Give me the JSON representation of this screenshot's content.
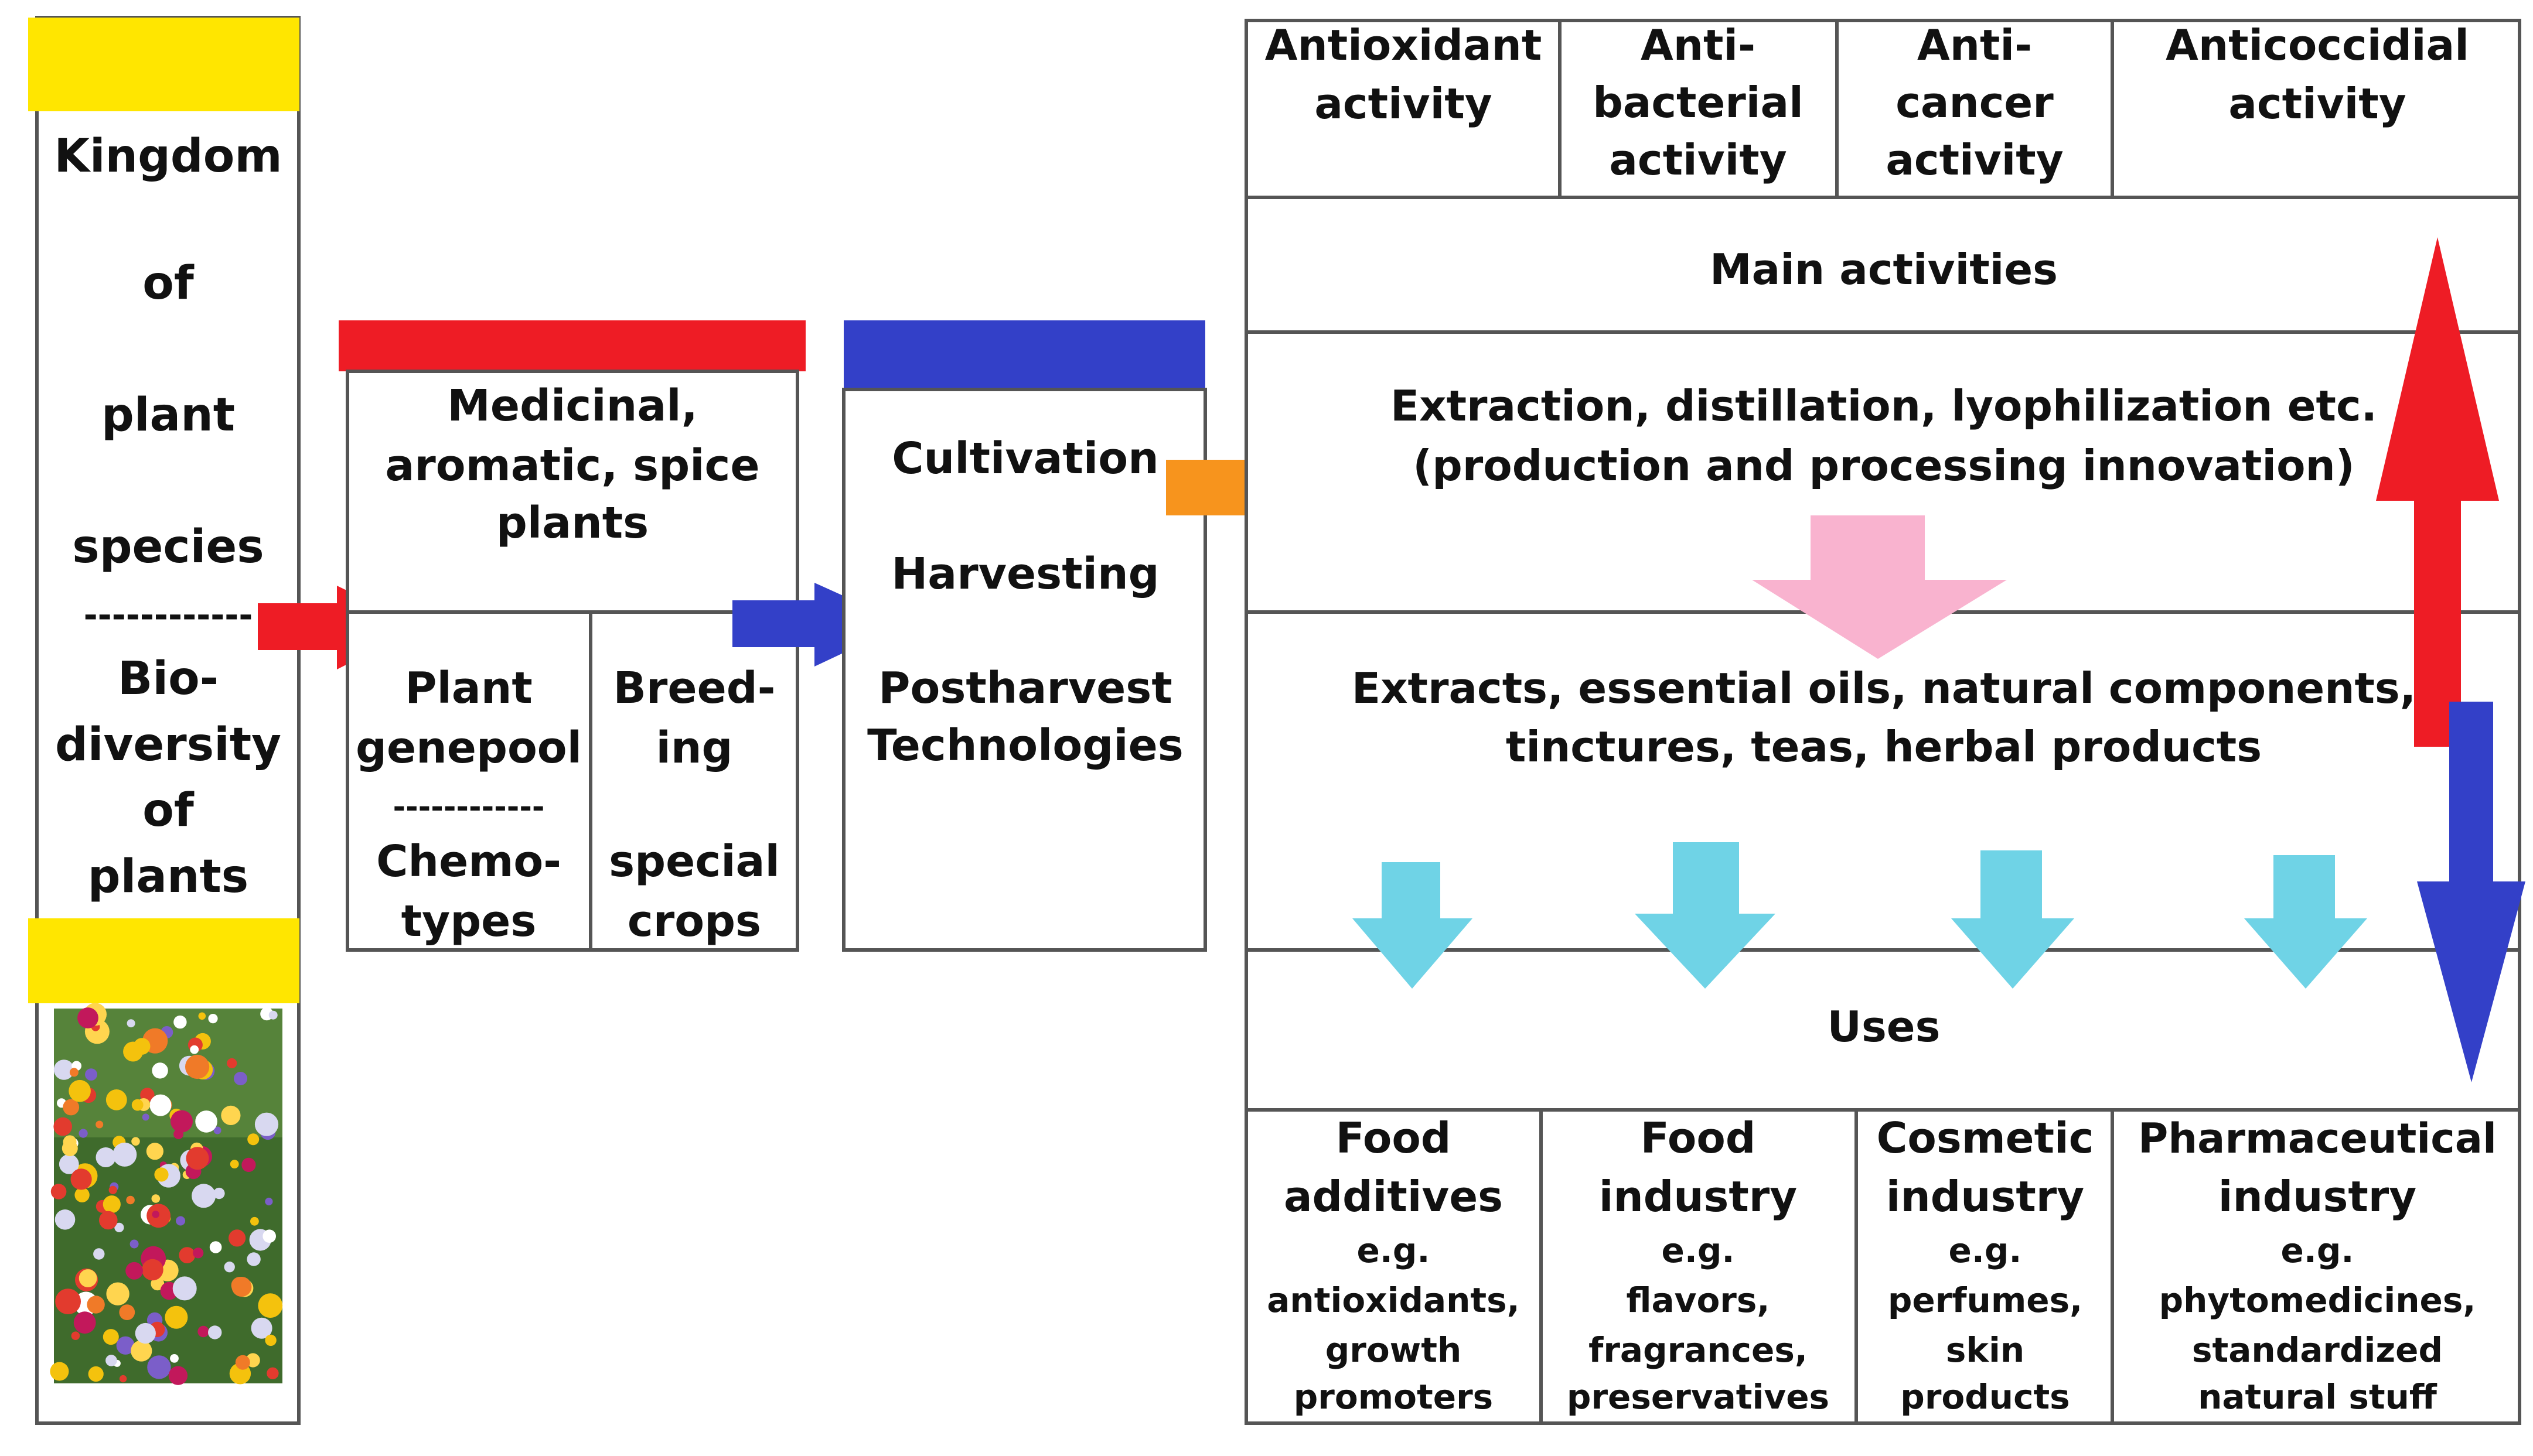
{
  "colors": {
    "yellow": "#ffe600",
    "red": "#ee1c25",
    "blue": "#3340c8",
    "orange": "#f7941d",
    "pink": "#f9b3cf",
    "cyan": "#6fd3e6",
    "line": "#555555"
  },
  "kingdom": {
    "lines": [
      "Kingdom",
      "of",
      "plant",
      "species"
    ],
    "separator": "------------",
    "bio_lines": [
      "Bio-",
      "diversity",
      "of",
      "plants"
    ],
    "image": "wildflower-meadow-photo"
  },
  "medicinal": {
    "title_lines": [
      "Medicinal,",
      "aromatic, spice",
      "plants"
    ],
    "genepool_lines": [
      "Plant",
      "genepool"
    ],
    "separator": "------------",
    "chemo_lines": [
      "Chemo-",
      "types"
    ],
    "breeding_lines": [
      "Breed-",
      "ing"
    ],
    "special_lines": [
      "special",
      "crops"
    ]
  },
  "cultivation": {
    "items": [
      "Cultivation",
      "Harvesting",
      "Postharvest",
      "Technologies"
    ]
  },
  "activities": {
    "headers": [
      {
        "lines": [
          "Antioxidant",
          "activity"
        ]
      },
      {
        "lines": [
          "Anti-",
          "bacterial",
          "activity"
        ]
      },
      {
        "lines": [
          "Anti-",
          "cancer",
          "activity"
        ]
      },
      {
        "lines": [
          "Anticoccidial",
          "activity"
        ]
      }
    ],
    "main_label": "Main activities"
  },
  "processing": {
    "line1": "Extraction, distillation, lyophilization etc.",
    "line2": "(production and processing innovation)"
  },
  "products": {
    "line1": "Extracts, essential oils, natural components,",
    "line2": "tinctures, teas, herbal products"
  },
  "uses": {
    "label": "Uses",
    "columns": [
      {
        "title_lines": [
          "Food",
          "additives"
        ],
        "detail_lines": [
          "e.g.",
          "antioxidants,",
          "growth",
          "promoters"
        ]
      },
      {
        "title_lines": [
          "Food",
          "industry"
        ],
        "detail_lines": [
          "e.g.",
          "flavors,",
          "fragrances,",
          "preservatives"
        ]
      },
      {
        "title_lines": [
          "Cosmetic",
          "industry"
        ],
        "detail_lines": [
          "e.g.",
          "perfumes,",
          "skin",
          "products"
        ]
      },
      {
        "title_lines": [
          "Pharmaceutical",
          "industry"
        ],
        "detail_lines": [
          "e.g.",
          "phytomedicines,",
          "standardized",
          "natural stuff"
        ]
      }
    ]
  }
}
